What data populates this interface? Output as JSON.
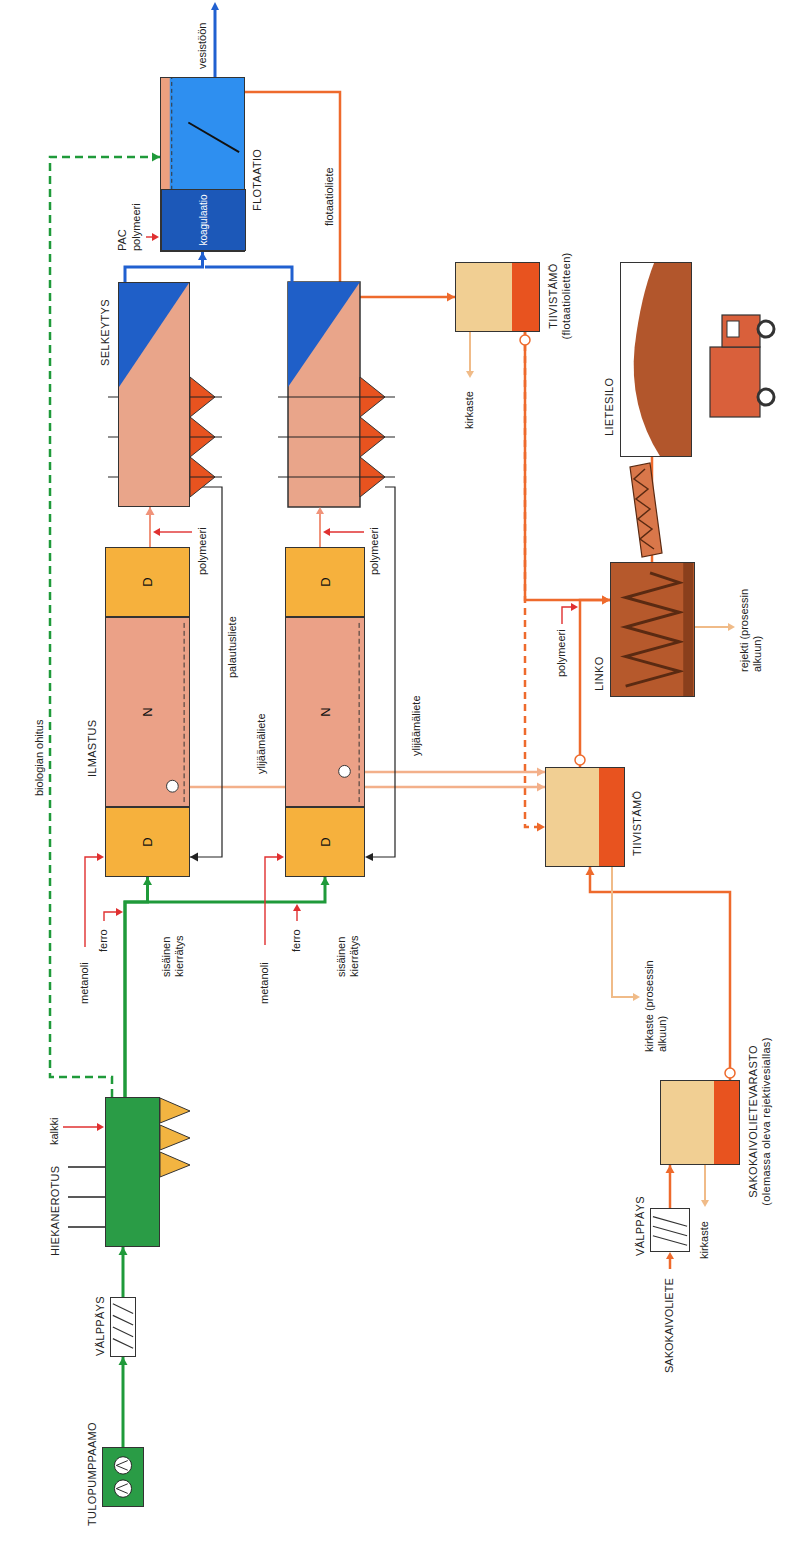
{
  "diagram": {
    "nodes": [
      {
        "text": [
          "TULOPUMPPAAMO"
        ]
      },
      {
        "text": [
          "VÄLPPÄYS"
        ]
      },
      {
        "text": [
          "HIEKANEROTUS"
        ]
      },
      {
        "text": [
          "ILMASTUS"
        ]
      },
      {
        "text": [
          "D"
        ],
        "in": 3
      },
      {
        "text": [
          "N"
        ],
        "in": 3
      },
      {
        "text": [
          "D"
        ],
        "in": 3
      },
      {
        "text": [
          "D"
        ]
      },
      {
        "text": [
          "N"
        ]
      },
      {
        "text": [
          "D"
        ]
      },
      {
        "text": [
          "SELKEYTYS"
        ]
      },
      {
        "text": [
          "FLOTAATIO"
        ]
      },
      {
        "text": [
          "koagulaatio"
        ],
        "in": 11
      },
      {
        "text": [
          "TIIVISTÄMÖ (flotaatiolietteen)"
        ]
      },
      {
        "text": [
          "LIETESILO"
        ]
      },
      {
        "text": [
          "LINKO"
        ]
      },
      {
        "text": [
          "TIIVISTÄMÖ"
        ]
      },
      {
        "text": [
          "SAKOKAIVOLIETEVARASTO (olemassa oleva rejektivesiallas)"
        ]
      },
      {
        "text": [
          "VÄLPPÄYS"
        ]
      }
    ],
    "edges": [
      {
        "from": 0,
        "to": 1,
        "arrow": "to"
      },
      {
        "from": 1,
        "to": 2,
        "arrow": "to"
      },
      {
        "from": 2,
        "to": 4,
        "arrow": "to"
      },
      {
        "from": 2,
        "to": 7,
        "arrow": "to"
      },
      {
        "from": 2,
        "to": 11,
        "arrow": "to",
        "label": "biologian ohitus"
      },
      {
        "from": 6,
        "to": 10,
        "arrow": "to"
      },
      {
        "from": 10,
        "to": 12,
        "arrow": "to"
      },
      {
        "from": 11,
        "to": 13,
        "arrow": "to",
        "label": "flotaatioliete"
      },
      {
        "from": 13,
        "to": 15,
        "arrow": "to"
      },
      {
        "from": 13,
        "to": 16,
        "arrow": "to"
      },
      {
        "from": 16,
        "to": 15,
        "arrow": "to"
      },
      {
        "from": 15,
        "to": 14,
        "arrow": "none"
      },
      {
        "from": 18,
        "to": 17,
        "arrow": "to"
      },
      {
        "from": 17,
        "to": 16,
        "arrow": "to"
      },
      {
        "from": 5,
        "to": 16,
        "arrow": "to",
        "label": "ylijäämäliete"
      },
      {
        "from": 8,
        "to": 16,
        "arrow": "to",
        "label": "ylijäämäliete"
      },
      {
        "from": 10,
        "to": 4,
        "arrow": "to",
        "label": "palautusliete"
      }
    ],
    "labels": [
      "kalkki",
      "metanoli",
      "ferro",
      "sisäinen kierrätys",
      "polymeeri",
      "metanoli",
      "ferro",
      "sisäinen kierrätys",
      "polymeeri",
      "PAC",
      "polymeeri",
      "vesistöön",
      "kirkaste",
      "polymeeri",
      "rejekti (prosessin alkuun)",
      "kirkaste (prosessin alkuun)",
      "SAKOKAIVOLIETE",
      "kirkaste"
    ]
  }
}
